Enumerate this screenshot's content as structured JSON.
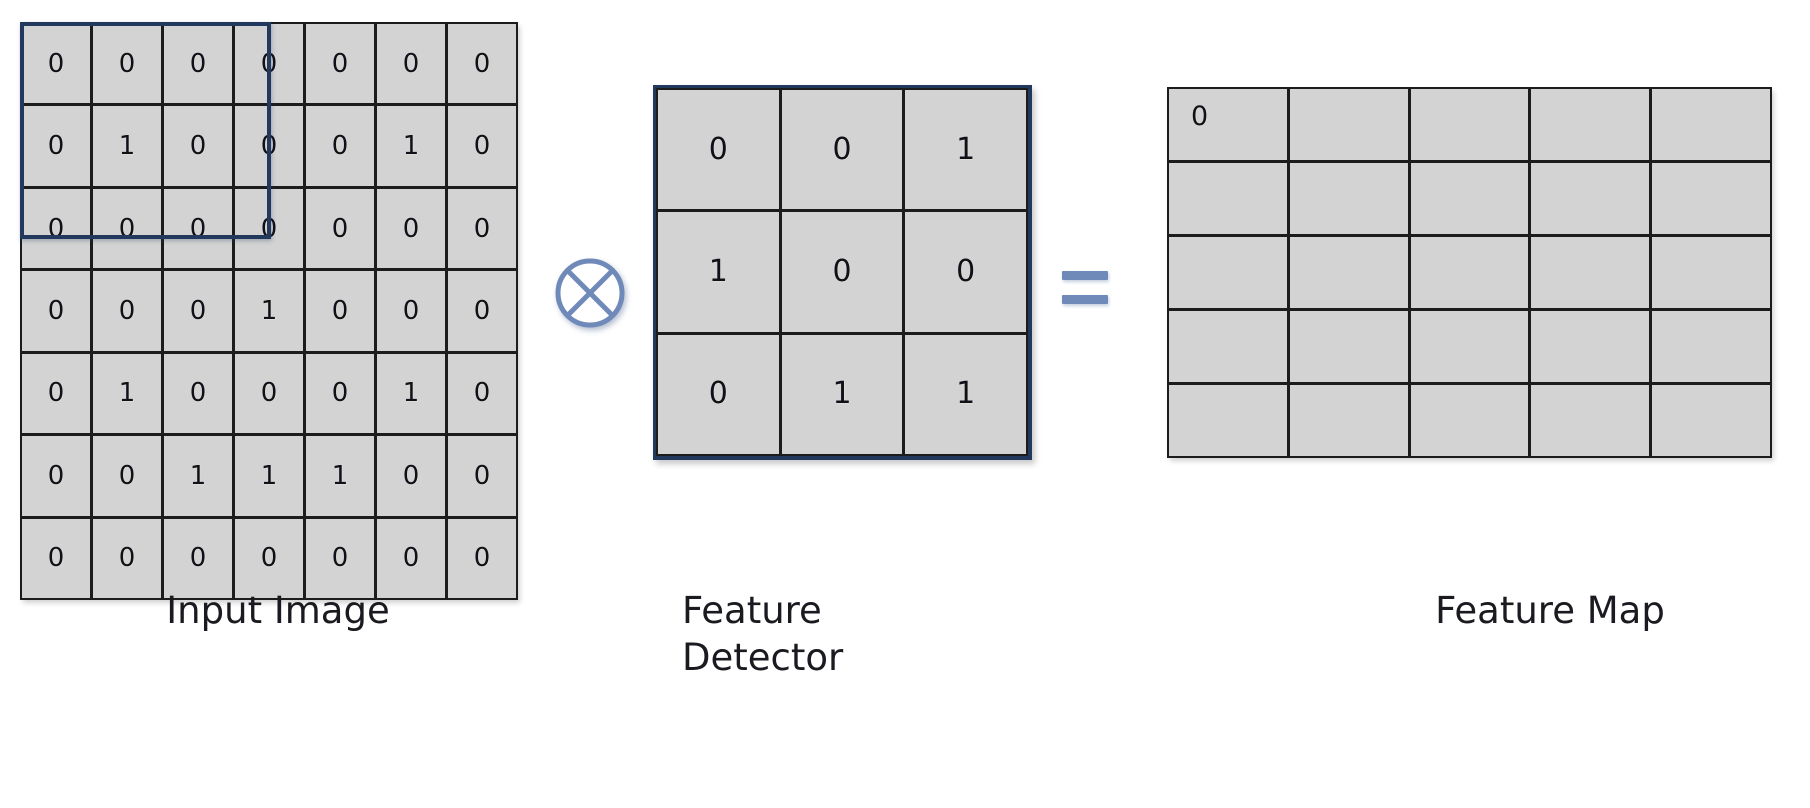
{
  "diagram": {
    "title": "Convolution operation",
    "colors": {
      "cell_fill": "#d3d3d3",
      "cell_border": "#1c1c1c",
      "highlight_border": "#22385c",
      "operator_blue": "#6f8ab8",
      "background": "#ffffff",
      "text": "#101018"
    }
  },
  "input_image": {
    "label": "Input Image",
    "rows": 7,
    "cols": 7,
    "values": [
      [
        0,
        0,
        0,
        0,
        0,
        0,
        0
      ],
      [
        0,
        1,
        0,
        0,
        0,
        1,
        0
      ],
      [
        0,
        0,
        0,
        0,
        0,
        0,
        0
      ],
      [
        0,
        0,
        0,
        1,
        0,
        0,
        0
      ],
      [
        0,
        1,
        0,
        0,
        0,
        1,
        0
      ],
      [
        0,
        0,
        1,
        1,
        1,
        0,
        0
      ],
      [
        0,
        0,
        0,
        0,
        0,
        0,
        0
      ]
    ],
    "receptive_field": {
      "name": "receptive-field-highlight",
      "top_row": 0,
      "left_col": 0,
      "size": 3
    }
  },
  "operator": {
    "name": "convolution-operator",
    "symbol": "⊗",
    "description": "circle with an X"
  },
  "feature_detector": {
    "label": "Feature\nDetector",
    "label_line1": "Feature",
    "label_line2": "Detector",
    "rows": 3,
    "cols": 3,
    "values": [
      [
        0,
        0,
        1
      ],
      [
        1,
        0,
        0
      ],
      [
        0,
        1,
        1
      ]
    ]
  },
  "equals": {
    "name": "equals-sign",
    "symbol": "="
  },
  "feature_map": {
    "label": "Feature Map",
    "rows": 5,
    "cols": 5,
    "values": [
      [
        "0",
        "",
        "",
        "",
        ""
      ],
      [
        "",
        "",
        "",
        "",
        ""
      ],
      [
        "",
        "",
        "",
        "",
        ""
      ],
      [
        "",
        "",
        "",
        "",
        ""
      ],
      [
        "",
        "",
        "",
        "",
        ""
      ]
    ]
  }
}
